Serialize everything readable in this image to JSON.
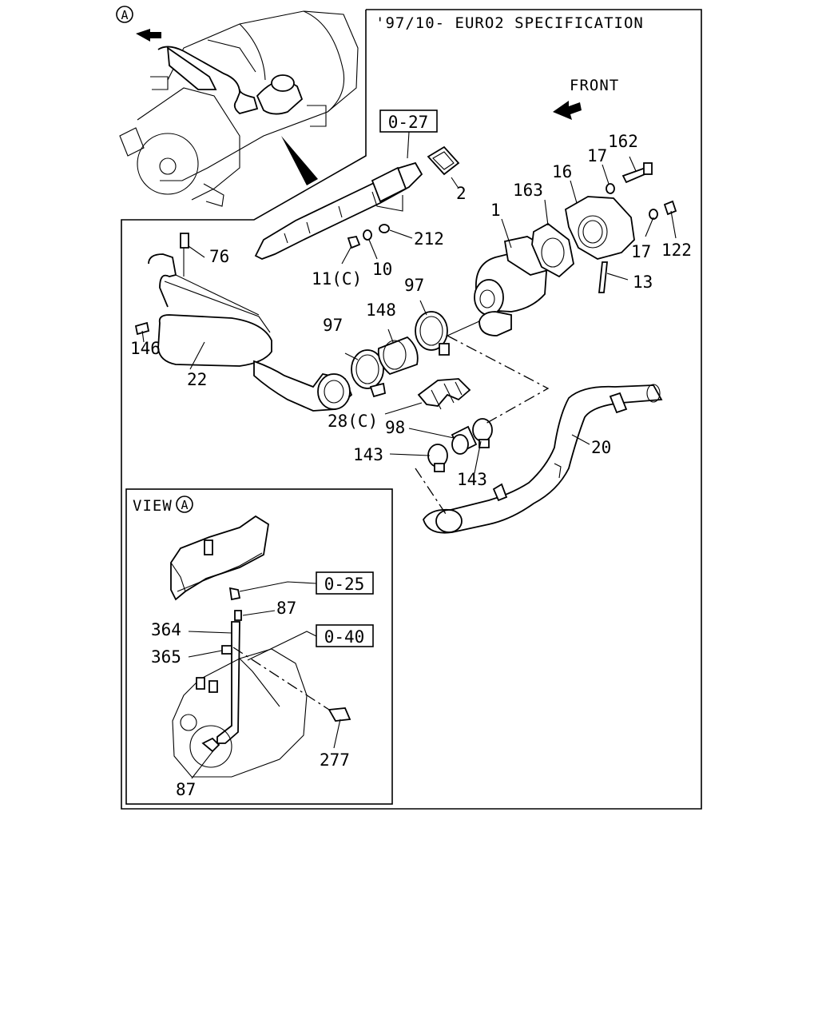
{
  "header": {
    "spec": "'97/10- EURO2 SPECIFICATION",
    "front": "FRONT",
    "view_label": "VIEW",
    "view_marker": "A",
    "callout_marker": "A"
  },
  "refs": {
    "r027": "0-27",
    "r025": "0-25",
    "r040": "0-40"
  },
  "callouts": {
    "c2": "2",
    "c1": "1",
    "c163": "163",
    "c16": "16",
    "c17a": "17",
    "c162": "162",
    "c17b": "17",
    "c122": "122",
    "c13": "13",
    "c212": "212",
    "c11c": "11(C)",
    "c10": "10",
    "c76": "76",
    "c146": "146",
    "c22": "22",
    "c97a": "97",
    "c148": "148",
    "c97b": "97",
    "c28c": "28(C)",
    "c98": "98",
    "c143a": "143",
    "c143b": "143",
    "c20": "20",
    "c87a": "87",
    "c364": "364",
    "c365": "365",
    "c277": "277",
    "c87b": "87"
  }
}
